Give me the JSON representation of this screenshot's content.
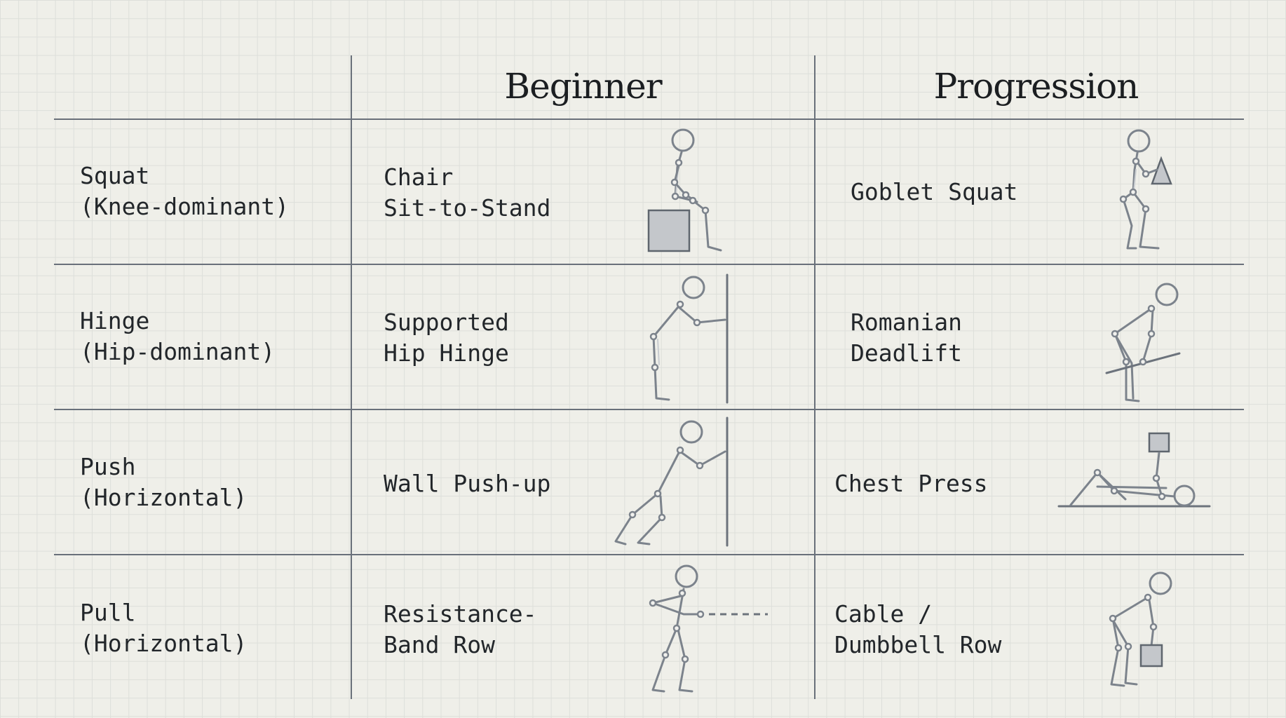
{
  "columns": {
    "beginner": "Beginner",
    "progression": "Progression"
  },
  "rows": [
    {
      "pattern": "Squat\n(Knee-dominant)",
      "beginner": "Chair\nSit-to-Stand",
      "progression": "Goblet Squat"
    },
    {
      "pattern": "Hinge\n(Hip-dominant)",
      "beginner": "Supported\nHip Hinge",
      "progression": "Romanian\nDeadlift"
    },
    {
      "pattern": "Push\n(Horizontal)",
      "beginner": "Wall Push-up",
      "progression": "Chest Press"
    },
    {
      "pattern": "Pull\n(Horizontal)",
      "beginner": "Resistance-\nBand Row",
      "progression": "Cable /\nDumbbell Row"
    }
  ],
  "colors": {
    "background": "#efefe9",
    "grid": "#dddfda",
    "table_lines": "#69707a",
    "figure_stroke": "#7c838c",
    "prop_fill": "#c4c7cb"
  }
}
